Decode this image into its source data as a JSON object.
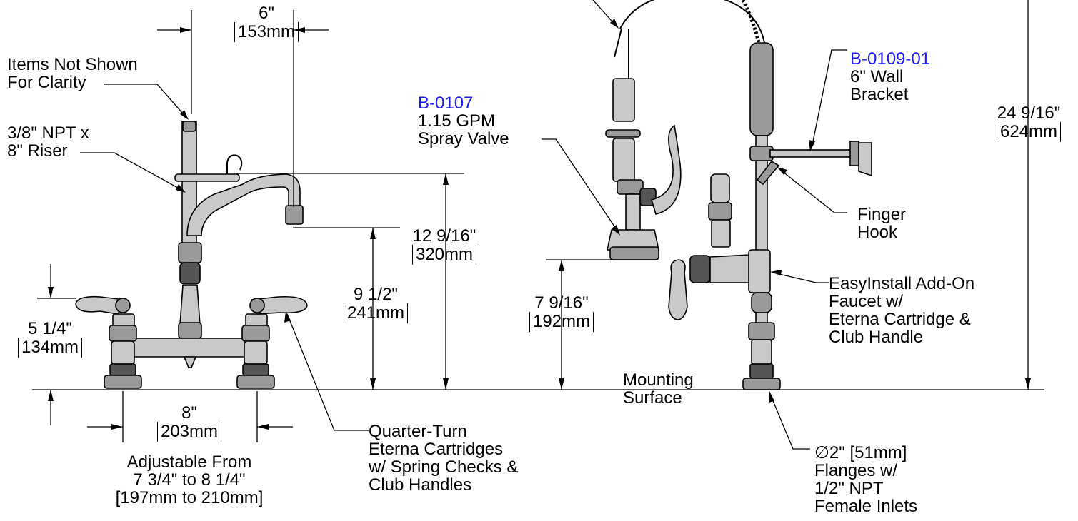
{
  "colors": {
    "line": "#000000",
    "part_number": "#1a1aff",
    "metal": "#c9c9c9"
  },
  "left_assembly": {
    "spout_reach": {
      "in": "6\"",
      "mm": "153mm"
    },
    "items_not_shown": [
      "Items Not Shown",
      "For Clarity"
    ],
    "riser": [
      "3/8\" NPT x",
      "8\" Riser"
    ],
    "height_overall": {
      "in": "12 9/16\"",
      "mm": "320mm"
    },
    "height_spout": {
      "in": "9 1/2\"",
      "mm": "241mm"
    },
    "height_handle": {
      "in": "5 1/4\"",
      "mm": "134mm"
    },
    "centers": {
      "in": "8\"",
      "mm": "203mm"
    },
    "adjustable": [
      "Adjustable From",
      "7 3/4\" to 8 1/4\"",
      "[197mm to 210mm]"
    ],
    "cartridges": [
      "Quarter-Turn",
      "Eterna Cartridges",
      "w/ Spring Checks &",
      "Club Handles"
    ]
  },
  "right_assembly": {
    "spray_valve": {
      "part": "B-0107",
      "lines": [
        "1.15 GPM",
        "Spray Valve"
      ]
    },
    "wall_bracket": {
      "part": "B-0109-01",
      "lines": [
        "6\" Wall",
        "Bracket"
      ]
    },
    "height_overall": {
      "in": "24 9/16\"",
      "mm": "624mm"
    },
    "finger_hook": [
      "Finger",
      "Hook"
    ],
    "add_on": [
      "EasyInstall Add-On",
      "Faucet w/",
      "Eterna Cartridge &",
      "Club Handle"
    ],
    "height_valve": {
      "in": "7 9/16\"",
      "mm": "192mm"
    },
    "mounting_surface": [
      "Mounting",
      "Surface"
    ],
    "flanges": [
      "∅2\" [51mm]",
      "Flanges w/",
      "1/2\" NPT",
      "Female Inlets"
    ]
  }
}
